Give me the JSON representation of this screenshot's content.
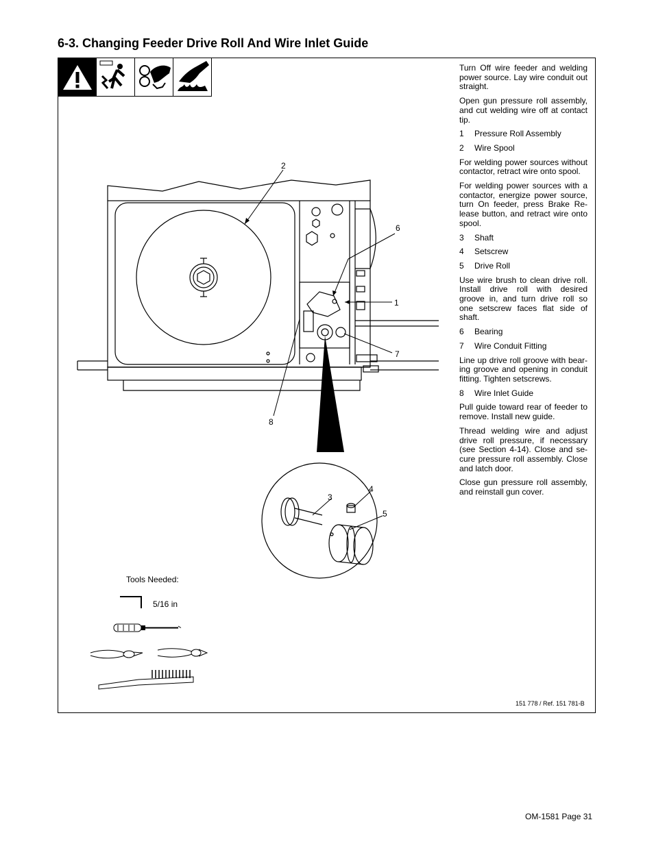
{
  "section_title": "6-3.   Changing Feeder Drive Roll And Wire Inlet Guide",
  "safety_icons": [
    "warning-triangle-icon",
    "electric-shock-icon",
    "moving-parts-icon",
    "hot-parts-icon"
  ],
  "instructions": {
    "p1": "Turn Off wire feeder and welding power source. Lay wire conduit out straight.",
    "p2": "Open gun pressure roll assembly, and cut welding wire off at contact tip.",
    "i1_num": "1",
    "i1_label": "Pressure Roll Assembly",
    "i2_num": "2",
    "i2_label": "Wire Spool",
    "p3": "For welding power sources without contactor, retract wire onto spool.",
    "p4": "For welding power sources with a contactor, energize power source, turn On feeder, press Brake Re-lease button, and retract wire onto spool.",
    "i3_num": "3",
    "i3_label": "Shaft",
    "i4_num": "4",
    "i4_label": "Setscrew",
    "i5_num": "5",
    "i5_label": "Drive Roll",
    "p5": "Use wire brush to clean drive roll. Install drive roll with desired groove in, and turn drive roll so one setscrew faces flat side of shaft.",
    "i6_num": "6",
    "i6_label": "Bearing",
    "i7_num": "7",
    "i7_label": "Wire Conduit Fitting",
    "p6": "Line up drive roll groove with bear-ing groove and opening in conduit fitting. Tighten setscrews.",
    "i8_num": "8",
    "i8_label": "Wire Inlet Guide",
    "p7": "Pull guide toward rear of feeder to remove. Install new guide.",
    "p8": "Thread welding wire and adjust drive roll pressure, if necessary (see Section 4-14). Close and se-cure pressure roll assembly. Close and latch door.",
    "p9": "Close gun pressure roll assembly, and reinstall gun cover."
  },
  "callouts": {
    "c1": "1",
    "c2": "2",
    "c3": "3",
    "c4": "4",
    "c5": "5",
    "c6": "6",
    "c7": "7",
    "c8": "8"
  },
  "tools": {
    "label": "Tools Needed:",
    "hex_key_size": "5/16 in"
  },
  "reference": "151 778 / Ref. 151 781-B",
  "footer": "OM-1581  Page 31"
}
